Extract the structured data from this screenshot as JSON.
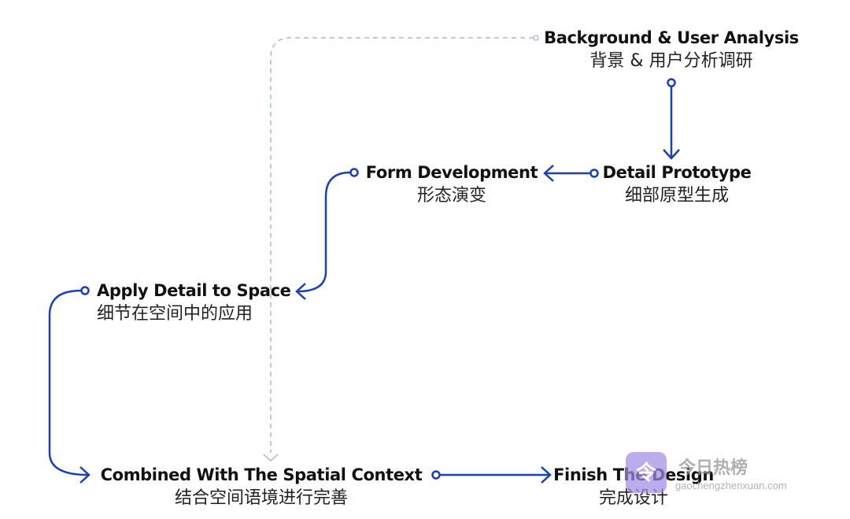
{
  "colors": {
    "connector": "#1a3fb8",
    "dashed_connector": "#a8b6d8",
    "text": "#111111"
  },
  "nodes": [
    {
      "id": "background",
      "en": "Background & User Analysis",
      "zh": "背景 & 用户分析调研"
    },
    {
      "id": "detail-prototype",
      "en": "Detail Prototype",
      "zh": "细部原型生成"
    },
    {
      "id": "form-development",
      "en": "Form Development",
      "zh": "形态演变"
    },
    {
      "id": "apply-detail",
      "en": "Apply Detail to Space",
      "zh": "细节在空间中的应用"
    },
    {
      "id": "combined",
      "en": "Combined With The Spatial Context",
      "zh": "结合空间语境进行完善"
    },
    {
      "id": "finish",
      "en": "Finish The Design",
      "zh": "完成设计"
    }
  ],
  "edges": [
    {
      "from": "background",
      "to": "detail-prototype",
      "style": "solid"
    },
    {
      "from": "detail-prototype",
      "to": "form-development",
      "style": "solid"
    },
    {
      "from": "form-development",
      "to": "apply-detail",
      "style": "solid"
    },
    {
      "from": "apply-detail",
      "to": "combined",
      "style": "solid"
    },
    {
      "from": "combined",
      "to": "finish",
      "style": "solid"
    },
    {
      "from": "background",
      "to": "combined",
      "style": "dashed"
    }
  ],
  "watermark": {
    "icon": "house-logo-icon",
    "glyph": "令",
    "title": "今日热榜",
    "url": "gaochengzhenxuan.com"
  }
}
